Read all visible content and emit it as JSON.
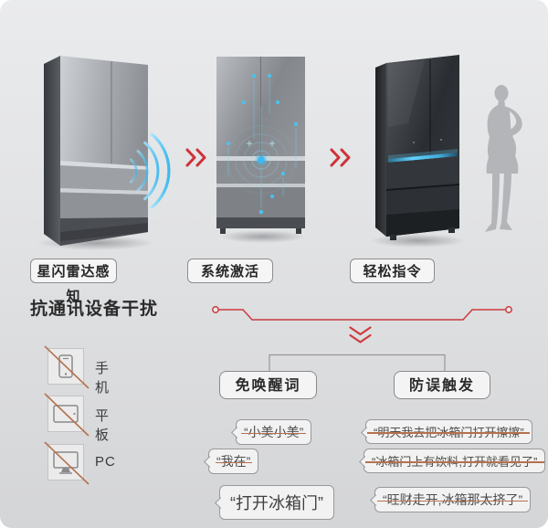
{
  "steps": [
    {
      "label": "星闪雷达感知"
    },
    {
      "label": "系统激活"
    },
    {
      "label": "轻松指令"
    }
  ],
  "interference": {
    "title": "抗通讯设备干扰",
    "devices": [
      {
        "icon": "smartphone-icon",
        "label": "手机"
      },
      {
        "icon": "tablet-icon",
        "label": "平板"
      },
      {
        "icon": "monitor-icon",
        "label": "PC"
      }
    ]
  },
  "features": [
    {
      "label": "免唤醒词",
      "bubbles": [
        {
          "text": "“小美小美”",
          "struck": true
        },
        {
          "text": "“我在”",
          "struck": true
        },
        {
          "text": "“打开冰箱门”",
          "struck": false
        }
      ]
    },
    {
      "label": "防误触发",
      "bubbles": [
        {
          "text": "“明天我去把冰箱门打开擦擦”",
          "struck": true
        },
        {
          "text": "“冰箱门上有饮料,打开就看见了”",
          "struck": true
        },
        {
          "text": "“旺财走开,冰箱那太挤了”",
          "struck": true
        }
      ]
    }
  ],
  "colors": {
    "accent_red": "#cd3238",
    "strike_line": "#b5714e",
    "radar_cyan": "#55c8f0"
  }
}
